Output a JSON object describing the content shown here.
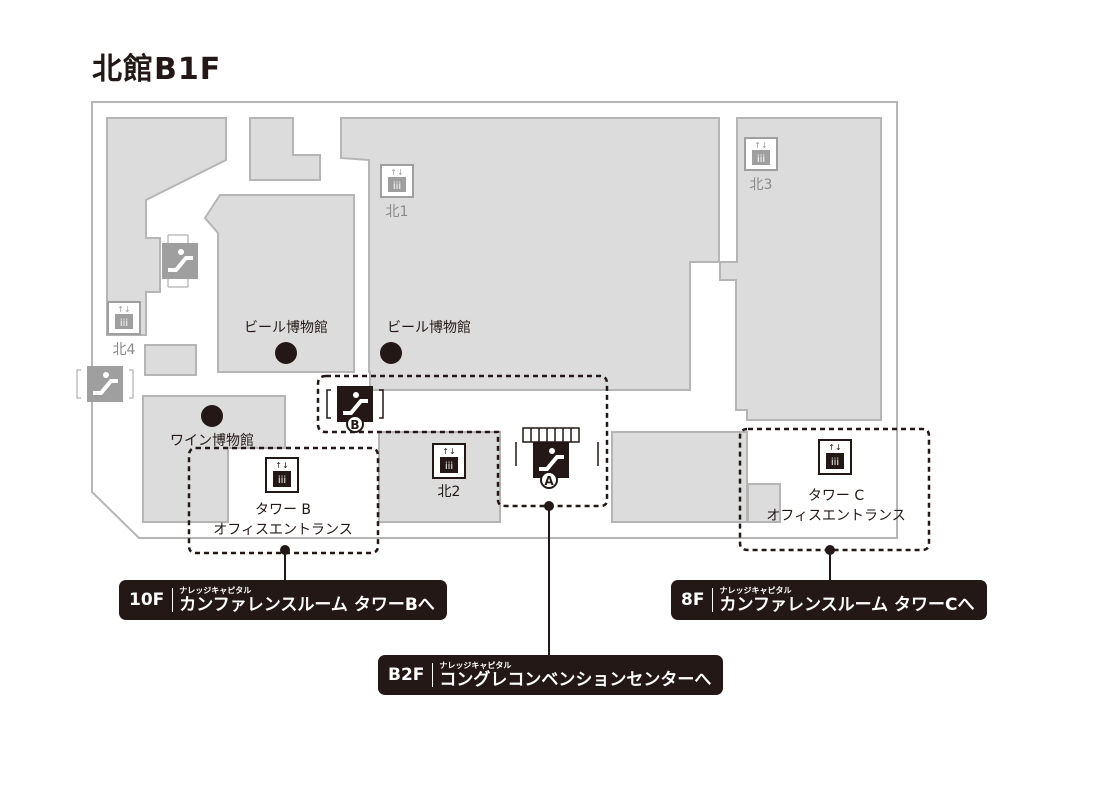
{
  "title": "北館B1F",
  "labels": {
    "elevator_north1": "北1",
    "elevator_north2": "北2",
    "elevator_north3": "北3",
    "elevator_north4": "北4",
    "beer_museum_left": "ビール博物館",
    "beer_museum_right": "ビール博物館",
    "wine_museum": "ワイン博物館",
    "tower_b_name": "タワー B",
    "tower_b_entrance": "オフィスエントランス",
    "tower_c_name": "タワー C",
    "tower_c_entrance": "オフィスエントランス",
    "escalator_a_marker": "A",
    "escalator_b_marker": "B"
  },
  "callouts": {
    "tower_b": {
      "floor": "10F",
      "sub": "ナレッジキャピタル",
      "main": "カンファレンスルーム タワーBへ"
    },
    "tower_c": {
      "floor": "8F",
      "sub": "ナレッジキャピタル",
      "main": "カンファレンスルーム タワーCへ"
    },
    "escalator_a": {
      "floor": "B2F",
      "sub": "ナレッジキャピタル",
      "main": "コングレコンベンションセンターへ"
    }
  },
  "colors": {
    "room_fill": "#dcdcdd",
    "room_stroke": "#b5b5b6",
    "outline": "#b5b5b6",
    "dark": "#231815",
    "gray_icon": "#9f9fa0"
  },
  "icons": {
    "elevator": "elevator-icon",
    "escalator": "escalator-icon",
    "poi": "poi-dot"
  }
}
